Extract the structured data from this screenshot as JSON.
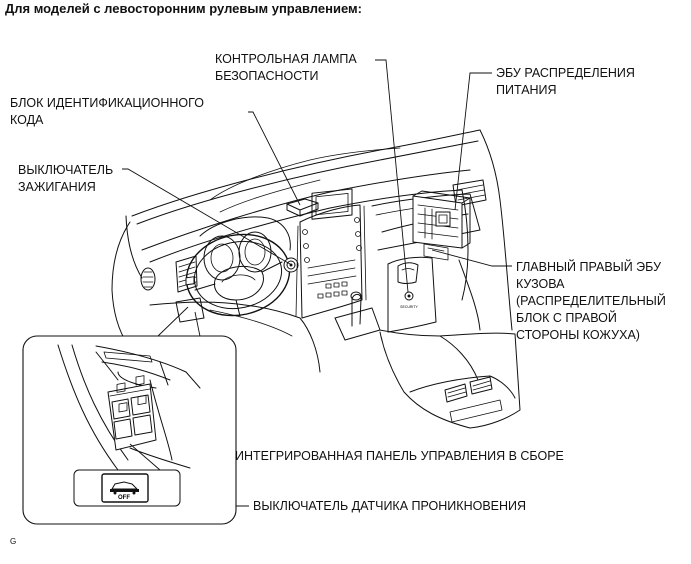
{
  "heading": "Для моделей с левосторонним рулевым управлением:",
  "labels": {
    "security_lamp": [
      "КОНТРОЛЬНАЯ ЛАМПА",
      "БЕЗОПАСНОСТИ"
    ],
    "power_ecu": [
      "ЭБУ РАСПРЕДЕЛЕНИЯ",
      "ПИТАНИЯ"
    ],
    "id_code_box": [
      "БЛОК ИДЕНТИФИКАЦИОННОГО",
      "КОДА"
    ],
    "ignition_switch": [
      "ВЫКЛЮЧАТЕЛЬ",
      "ЗАЖИГАНИЯ"
    ],
    "main_body_ecu": [
      "ГЛАВНЫЙ ПРАВЫЙ ЭБУ",
      "КУЗОВА",
      "(РАСПРЕДЕЛИТЕЛЬНЫЙ",
      "БЛОК С ПРАВОЙ",
      "СТОРОНЫ КОЖУХА)"
    ],
    "integration_panel": "ИНТЕГРИРОВАННАЯ ПАНЕЛЬ УПРАВЛЕНИЯ В СБОРЕ",
    "intrusion_sensor_switch": "ВЫКЛЮЧАТЕЛЬ ДАТЧИКА ПРОНИКНОВЕНИЯ"
  },
  "inset_button_text": "OFF",
  "security_lamp_text": "SECURITY",
  "figure_code": "G"
}
